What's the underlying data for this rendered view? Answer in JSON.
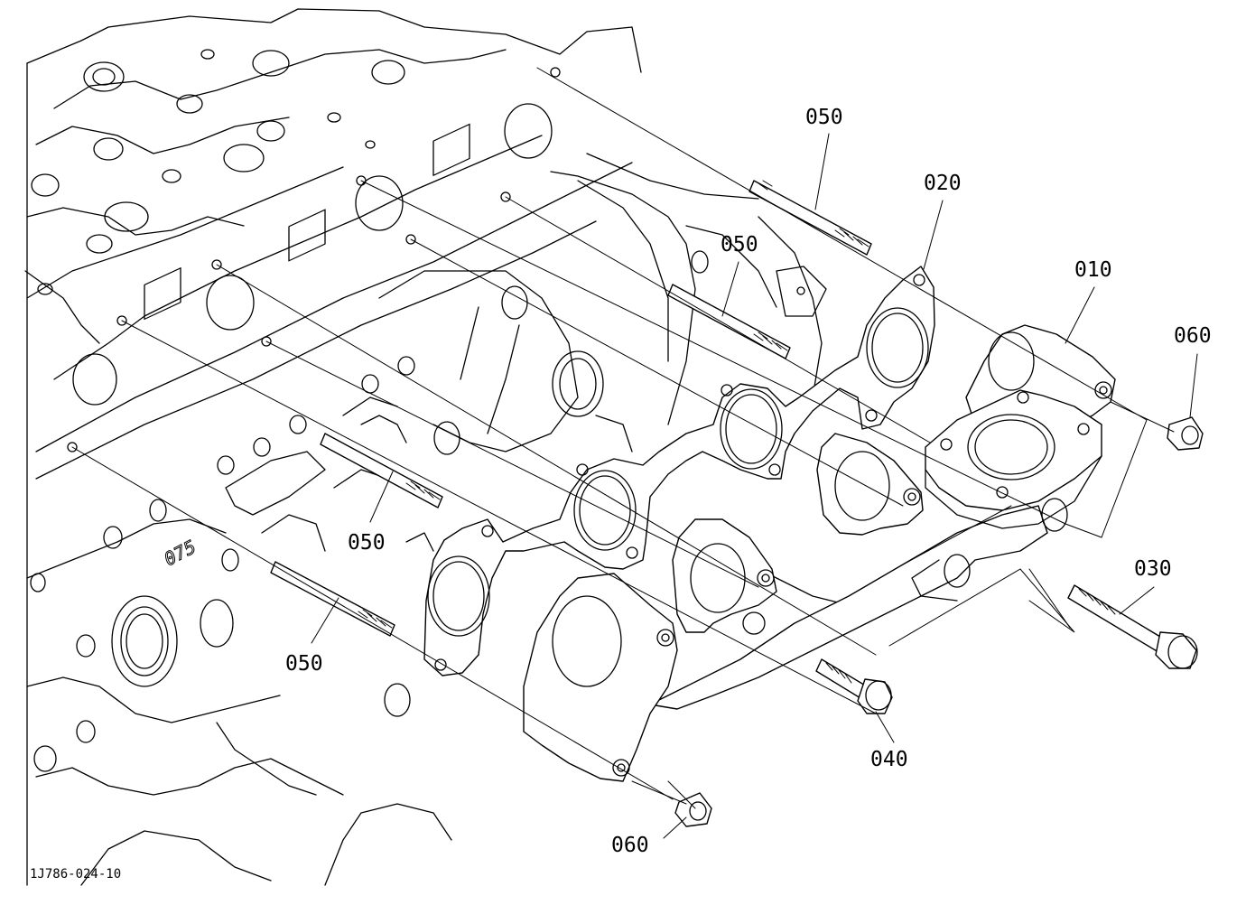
{
  "callouts": {
    "c050_top": "050",
    "c020": "020",
    "c050_mid": "050",
    "c010": "010",
    "c060_right": "060",
    "c050_low": "050",
    "c030": "030",
    "c050_bottom": "050",
    "c040": "040",
    "c060_bottom": "060"
  },
  "cast_mark": "075",
  "document_number": "1J786-024-10"
}
